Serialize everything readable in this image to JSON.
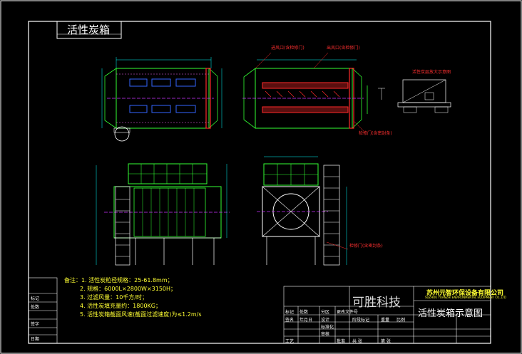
{
  "title_box": {
    "text": "活性炭箱"
  },
  "title_block": {
    "brand": "可胜科技",
    "company": "苏州元智环保设备有限公司",
    "company_en": "SUZHOU YUANZHI ENVIRONMENTAL EQUIPMENT CO.,LTD",
    "drawing_name": "活性炭箱示意图",
    "cells": [
      "标记",
      "处数",
      "分区",
      "更改文件号",
      "签名",
      "年月日",
      "设计",
      "标准化",
      "审核",
      "工艺",
      "阶段标记",
      "重量",
      "比例",
      "共 张",
      "第 张",
      "批准"
    ]
  },
  "notes": [
    "备注：1. 活性炭粒径规格：25-61.8mm；",
    "2. 规格：6000L×2800W×3150H；",
    "3. 过滤风量：10千方/时；",
    "4. 活性炭填充量约：1800KG；",
    "5. 活性炭箱截面风速(截面过滤速度)为≤1.2m/s"
  ],
  "left_side_labels": [
    "标记",
    "处数",
    "签字",
    "日期"
  ],
  "red_annotations": [
    "进风口(含检修门)",
    "出风口(含检修门)",
    "检修门(含密封条)",
    "检修门(含密封条)"
  ],
  "detail_title": "活性炭层放大示意图",
  "colors": {
    "frame": "#ffffff",
    "structure": "#33ff33",
    "carbon": "#ff2a2a",
    "dimension": "#00ffff",
    "blue_box": "#3366ff",
    "purple": "#cc33ff",
    "text_yellow": "#ffff33",
    "background": "#000000"
  }
}
